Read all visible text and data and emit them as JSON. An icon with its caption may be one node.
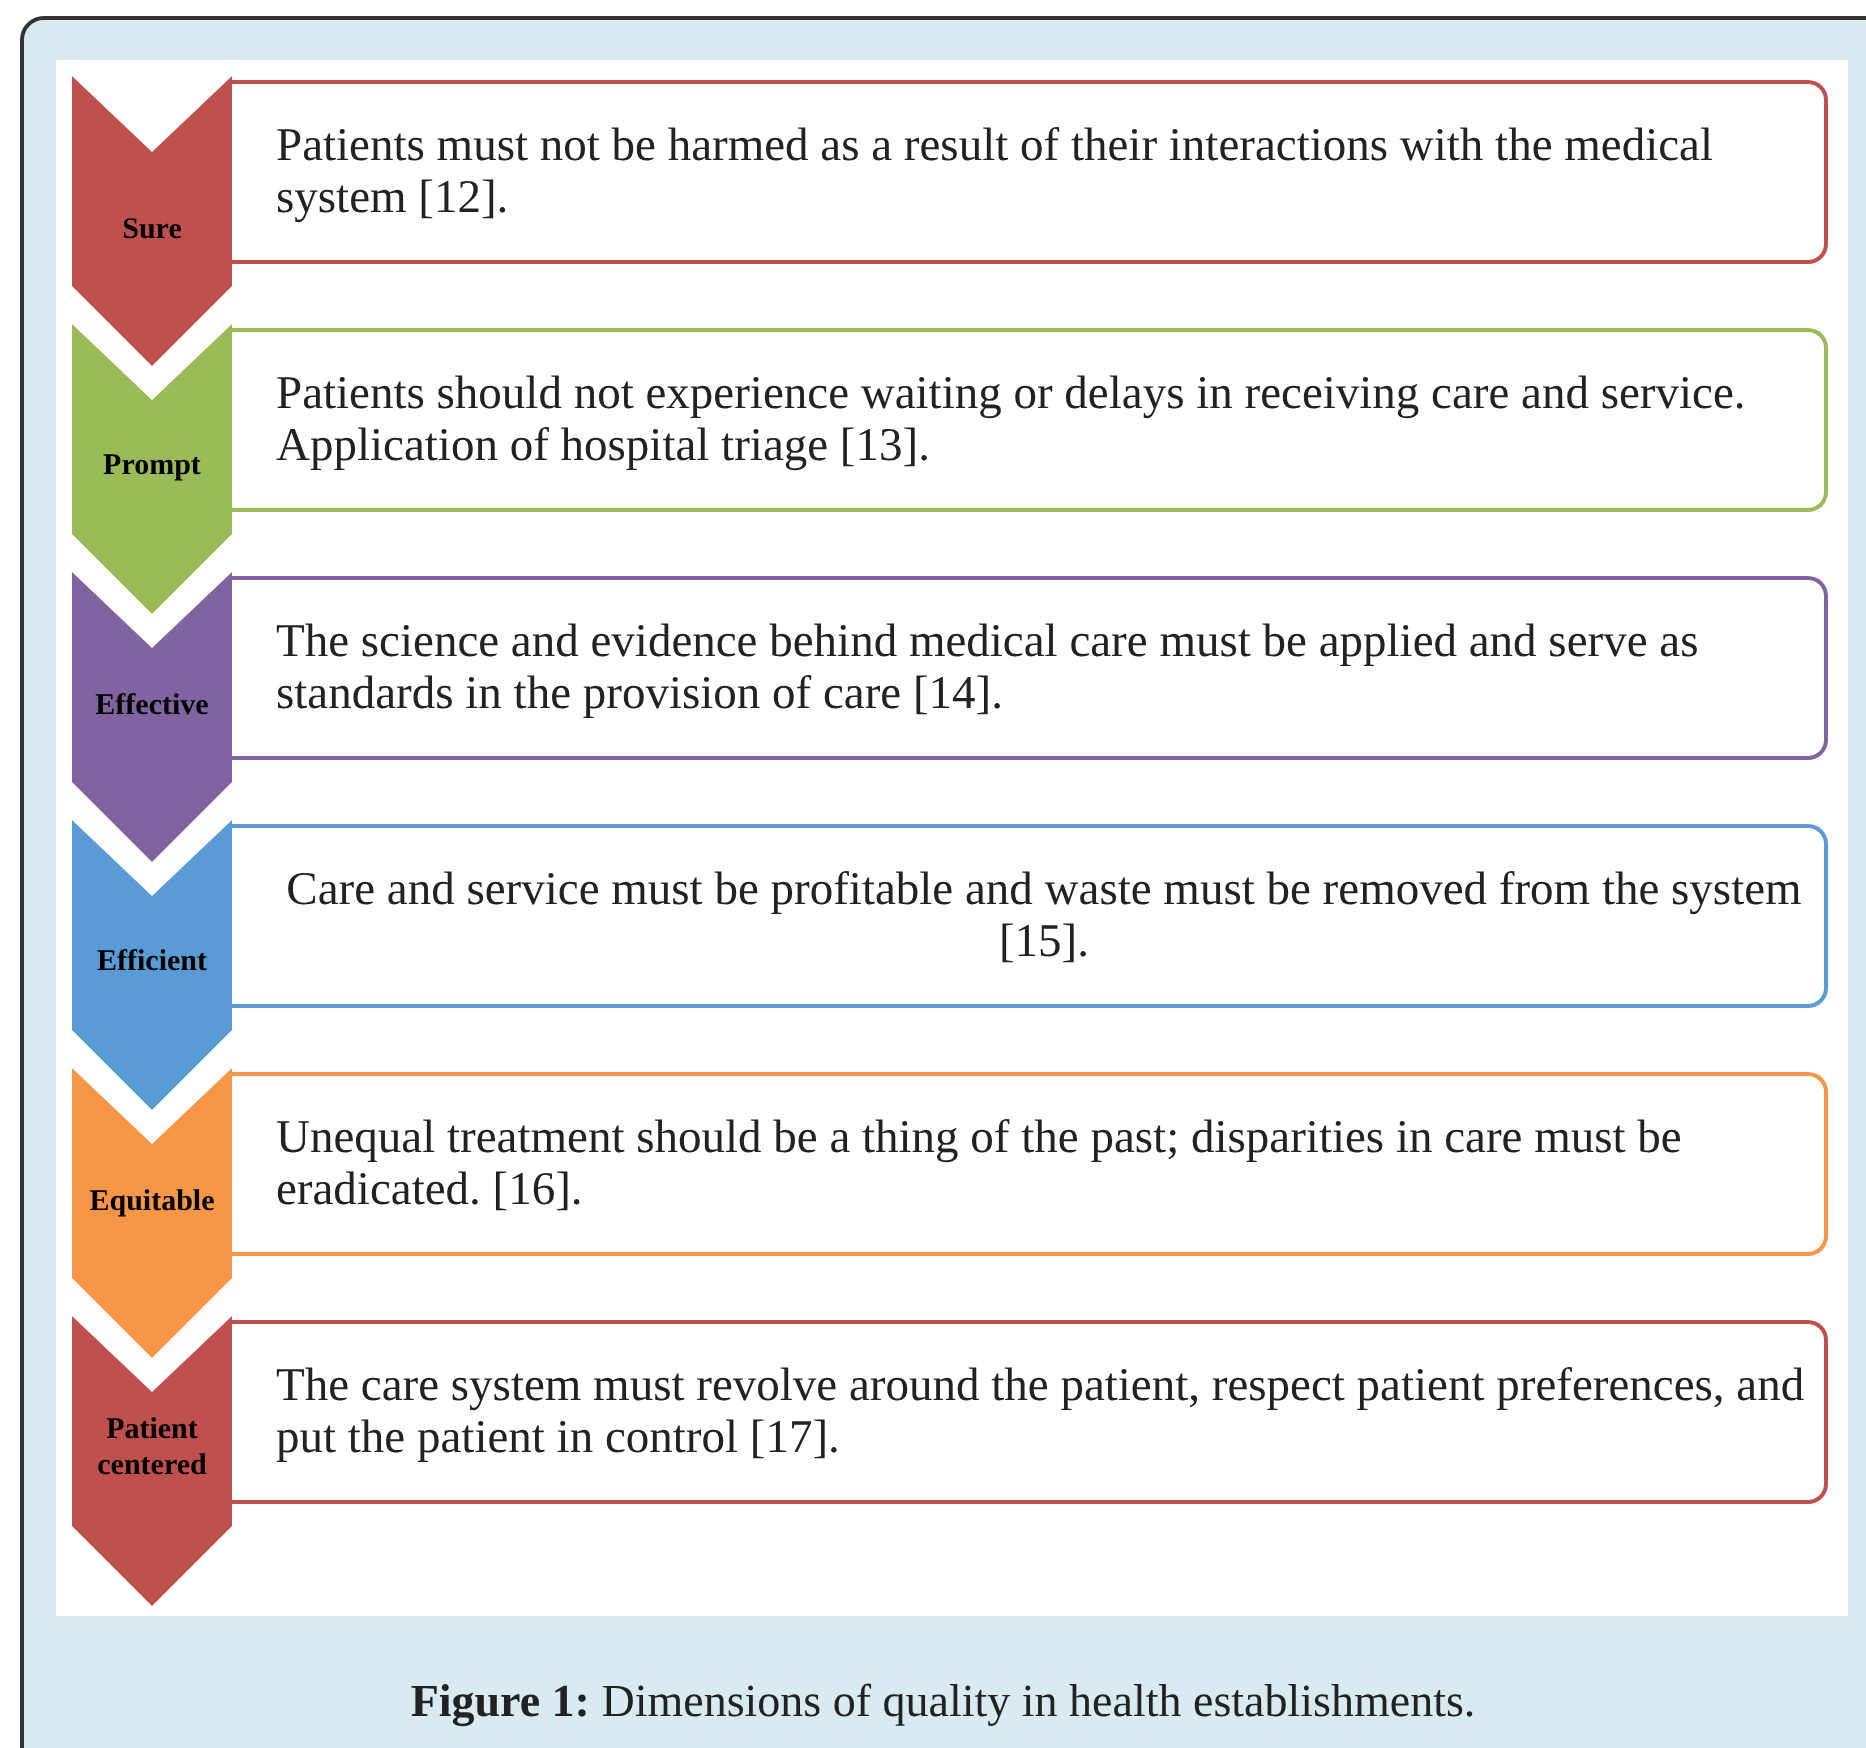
{
  "diagram": {
    "caption": "**Figure 1:** Dimensions of quality in health establishments.",
    "nodes": [
      {
        "text": [
          "Sure"
        ]
      },
      {
        "text": [
          "Patients must not be harmed as a result of their interactions with the medical system [12]."
        ]
      },
      {
        "text": [
          "Prompt"
        ]
      },
      {
        "text": [
          "Patients should not experience waiting or delays in receiving care and service. Application of hospital triage [13]."
        ]
      },
      {
        "text": [
          "Effective"
        ]
      },
      {
        "text": [
          "The science and evidence behind medical care must be applied and serve as standards in the provision of care [14]."
        ]
      },
      {
        "text": [
          "Efficient"
        ]
      },
      {
        "text": [
          "Care and service must be profitable and waste must be removed from the system [15]."
        ]
      },
      {
        "text": [
          "Equitable"
        ]
      },
      {
        "text": [
          "Unequal treatment should be a thing of the past; disparities in care must be eradicated. [16]."
        ]
      },
      {
        "text": [
          "Patient centered"
        ]
      },
      {
        "text": [
          "The care system must revolve around the patient, respect patient preferences, and put the patient in control [17]."
        ]
      }
    ]
  }
}
